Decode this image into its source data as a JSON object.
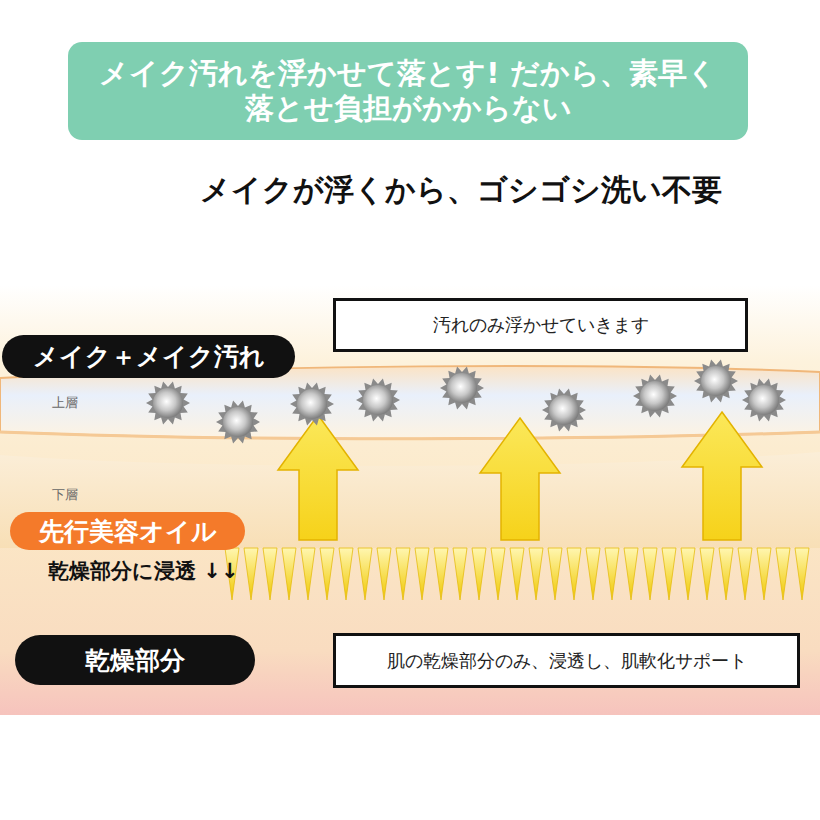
{
  "diagram": {
    "title": "メイク汚れを浮かせて落とす! だから、素早く落とせ負担がかからない",
    "nodes": [
      {
        "text": [
          "汚れのみ浮かせていきます"
        ]
      },
      {
        "text": [
          "メイク＋メイク汚れ"
        ]
      },
      {
        "text": [
          "先行美容オイル"
        ]
      },
      {
        "text": [
          "乾燥部分"
        ]
      },
      {
        "text": [
          "肌の乾燥部分のみ、浸透し、肌軟化サポート"
        ]
      }
    ],
    "edges": [],
    "labels": [
      "メイクが浮くから、ゴシゴシ洗い不要",
      "上層",
      "下層",
      "乾燥部分に浸透 ↓↓"
    ]
  }
}
